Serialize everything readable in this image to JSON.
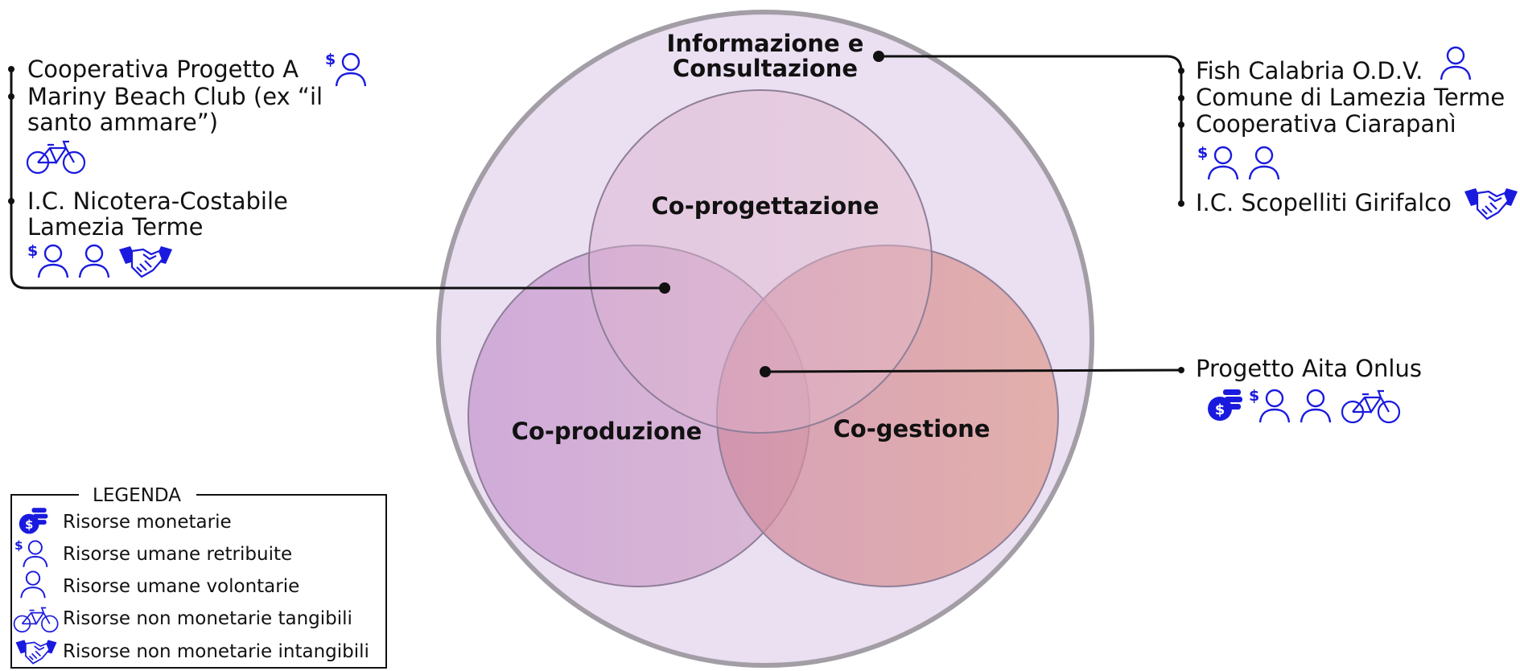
{
  "circles": {
    "outer_label_line1": "Informazione e",
    "outer_label_line2": "Consultazione",
    "top_label": "Co-progettazione",
    "left_label": "Co-produzione",
    "right_label": "Co-gestione"
  },
  "left_group": {
    "org1": "Cooperativa Progetto A",
    "org2_line1": "Mariny Beach Club (ex “il",
    "org2_line2": "santo ammare”)",
    "org3_line1": "I.C. Nicotera-Costabile",
    "org3_line2": "Lamezia Terme"
  },
  "right_group": {
    "org1": "Fish Calabria O.D.V.",
    "org2": "Comune di Lamezia Terme",
    "org3": "Cooperativa Ciarapanì",
    "org4": "I.C. Scopelliti Girifalco"
  },
  "center_group": {
    "org1": "Progetto Aita Onlus"
  },
  "legend": {
    "title": "LEGENDA",
    "items": [
      {
        "icon": "coins-icon",
        "label": "Risorse monetarie"
      },
      {
        "icon": "paid-person-icon",
        "label": "Risorse umane retribuite"
      },
      {
        "icon": "volunteer-person-icon",
        "label": "Risorse umane volontarie"
      },
      {
        "icon": "bicycle-icon",
        "label": "Risorse non monetarie tangibili"
      },
      {
        "icon": "handshake-icon",
        "label": "Risorse non monetarie intangibili"
      }
    ]
  },
  "colors": {
    "icon_blue": "#1a1adf",
    "outer_fill": "#ecdff2",
    "outer_stroke": "#a09aa3",
    "top_fill": "#dcb6d0",
    "left_fill": "#c89ac8",
    "right_fill": "#d88f94"
  }
}
